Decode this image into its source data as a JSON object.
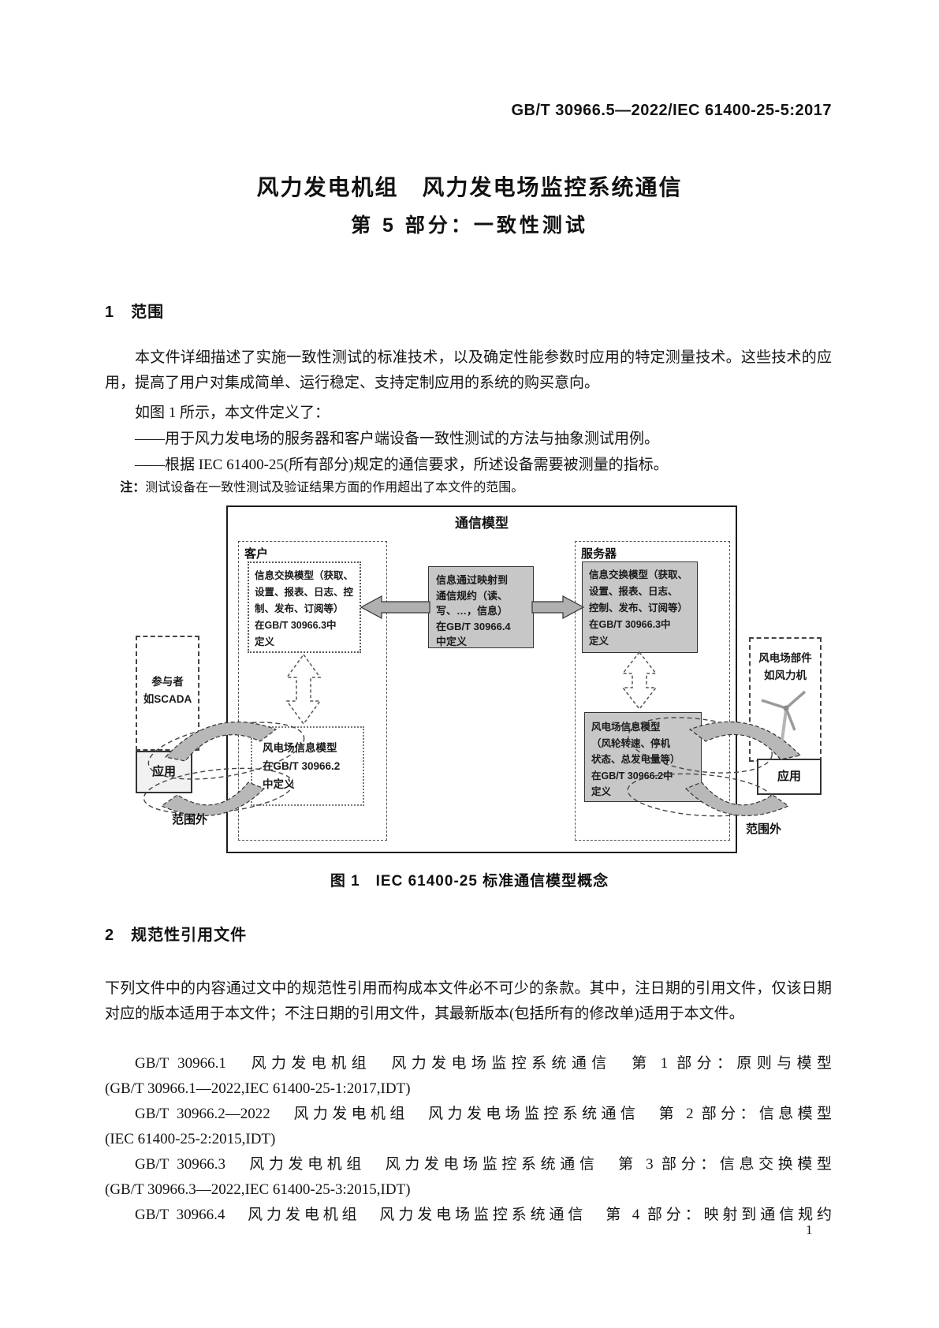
{
  "page": {
    "header_code": "GB/T 30966.5—2022/IEC 61400-25-5:2017",
    "title_line1": "风力发电机组　风力发电场监控系统通信",
    "title_line2": "第 5 部分：一致性测试",
    "page_number": "1"
  },
  "scope": {
    "heading": "1　范围",
    "para1": "本文件详细描述了实施一致性测试的标准技术，以及确定性能参数时应用的特定测量技术。这些技术的应用，提高了用户对集成简单、运行稳定、支持定制应用的系统的购买意向。",
    "para2": "如图 1 所示，本文件定义了：",
    "bullet1": "——用于风力发电场的服务器和客户端设备一致性测试的方法与抽象测试用例。",
    "bullet2": "——根据 IEC 61400-25(所有部分)规定的通信要求，所述设备需要被测量的指标。",
    "note_label": "注：",
    "note_text": "测试设备在一致性测试及验证结果方面的作用超出了本文件的范围。"
  },
  "figure": {
    "title": "通信模型",
    "caption": "图 1　IEC 61400-25 标准通信模型概念",
    "client_label": "客户",
    "server_label": "服务器",
    "client_upper": "信息交换模型（获取、\n设置、报表、日志、控\n制、发布、订阅等）\n在GB/T 30966.3中\n定义",
    "client_lower": "风电场信息模型\n在GB/T 30966.2\n中定义",
    "center_box": "信息通过映射到\n通信规约（读、\n写、…，信息）\n在GB/T 30966.4\n中定义",
    "server_upper": "信息交换模型（获取、\n设置、报表、日志、\n控制、发布、订阅等）\n在GB/T 30966.3中\n定义",
    "server_lower": "风电场信息模型\n（风轮转速、停机\n状态、总发电量等）\n在GB/T 30966.2中\n定义",
    "left_actor": "参与者\n如SCADA",
    "right_actor": "风电场部件\n如风力机",
    "left_app": "应用",
    "right_app": "应用",
    "scope_out_left": "范围外",
    "scope_out_right": "范围外"
  },
  "refs": {
    "heading": "2　规范性引用文件",
    "para": "下列文件中的内容通过文中的规范性引用而构成本文件必不可少的条款。其中，注日期的引用文件，仅该日期对应的版本适用于本文件；不注日期的引用文件，其最新版本(包括所有的修改单)适用于本文件。",
    "items": [
      {
        "line1": "GB/T 30966.1　风力发电机组　风力发电场监控系统通信　第 1 部分：原则与模型",
        "line2": "(GB/T 30966.1—2022,IEC 61400-25-1:2017,IDT)"
      },
      {
        "line1": "GB/T 30966.2—2022　风力发电机组　风力发电场监控系统通信　第 2 部分：信息模型",
        "line2": "(IEC 61400-25-2:2015,IDT)"
      },
      {
        "line1": "GB/T 30966.3　风力发电机组　风力发电场监控系统通信　第 3 部分：信息交换模型",
        "line2": "(GB/T 30966.3—2022,IEC 61400-25-3:2015,IDT)"
      },
      {
        "line1": "GB/T 30966.4　风力发电机组　风力发电场监控系统通信　第 4 部分：映射到通信规约"
      }
    ]
  }
}
